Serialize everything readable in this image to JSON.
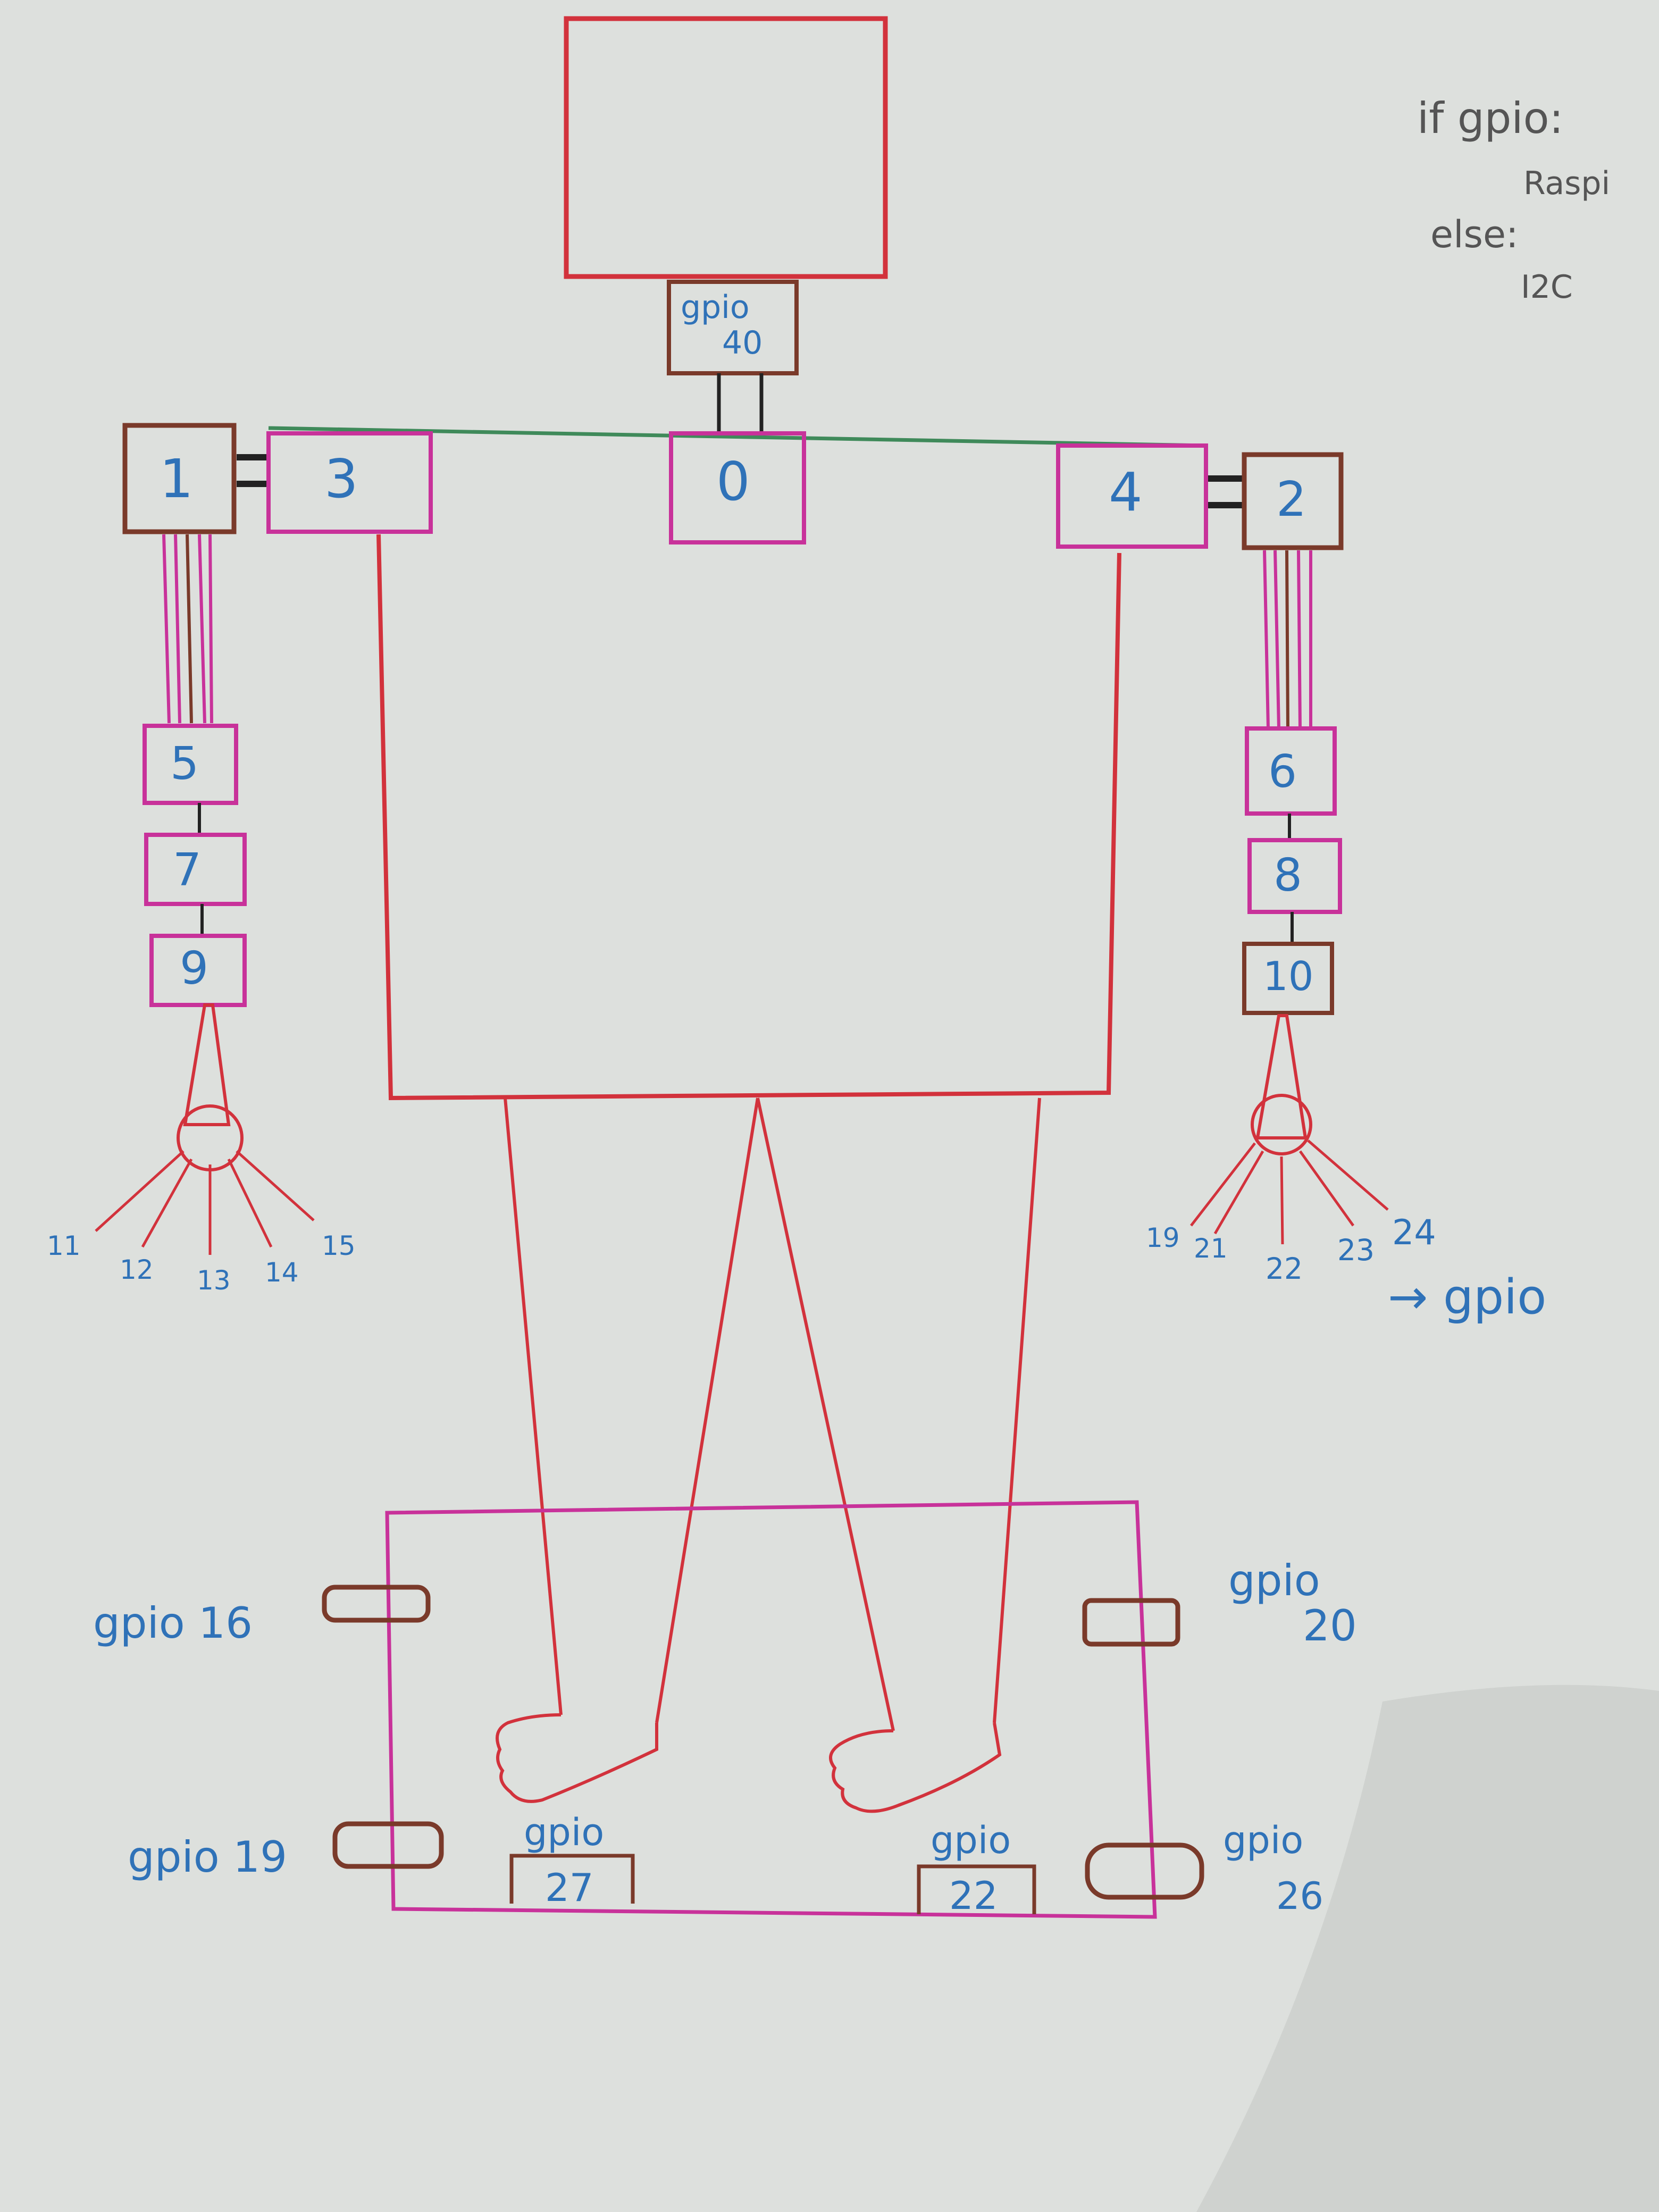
{
  "note": {
    "line1": "if  gpio:",
    "line2": "Raspi",
    "line3": "else:",
    "line4": "I2C"
  },
  "head": {
    "gpio_word": "gpio",
    "gpio_num": "40"
  },
  "body_boxes": {
    "b0": "0",
    "b1": "1",
    "b2": "2",
    "b3": "3",
    "b4": "4",
    "b5": "5",
    "b6": "6",
    "b7": "7",
    "b8": "8",
    "b9": "9",
    "b10": "10"
  },
  "left_fingers": [
    "11",
    "12",
    "13",
    "14",
    "15"
  ],
  "right_fingers": [
    "19",
    "21",
    "22",
    "23",
    "24"
  ],
  "right_fingers_note": "→ gpio",
  "base": {
    "gpio16": "gpio  16",
    "gpio19": "gpio  19",
    "gpio20_word": "gpio",
    "gpio20_num": "20",
    "gpio26_word": "gpio",
    "gpio26_num": "26",
    "gpio27_word": "gpio",
    "gpio27_num": "27",
    "gpio22_word": "gpio",
    "gpio22_num": "22"
  },
  "colors": {
    "paper": "#d9dcd9",
    "red": "#d2323c",
    "magenta": "#c8329a",
    "brown": "#7a3a2a",
    "green": "#3f8a5a",
    "blue_ink": "#2f72b8",
    "dark_ink": "#555555"
  }
}
